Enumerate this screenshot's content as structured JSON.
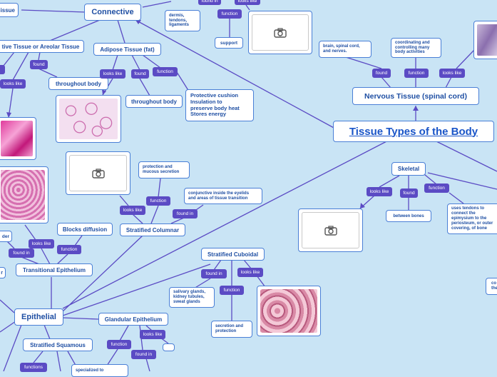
{
  "root": {
    "title": "Tissue Types of the Body"
  },
  "nodes": {
    "issue": "issue",
    "connective": "Connective",
    "loose": "tive Tissue or Areolar Tissue",
    "adipose": "Adipose Tissue (fat)",
    "throughout1": "throughout body",
    "throughout2": "throughout body",
    "protective": "Protective cushion\nInsulation to\npreserve body heat\nStores energy",
    "dermis": "dermis,\ntendons,\nligaments",
    "support": "support",
    "nervous": "Nervous Tissue (spinal cord)",
    "brain": "brain, spinal cord,\nand nerves.",
    "coordinating": "coordinating and\ncontrolling many\nbody activities",
    "skeletal": "Skeletal",
    "between_bones": "between bones",
    "tendons": "uses tendons to\nconnect the\nepimysium to the\nperiosteum, or outer\ncovering, of bone",
    "protection_mucous": "protection and\nmucous secretion",
    "conjunctive": "conjunctive inside the eyelids\nand areas of tissue transition",
    "stratified_columnar": "Stratified Columnar",
    "blocks": "Blocks diffusion",
    "transitional": "Transitional Epithelium",
    "stratified_cuboidal": "Stratified Cuboidal",
    "salivary": "salivary glands,\nkidney tubules,\nsweat glands",
    "secretion": "secretion and\nprotection",
    "epithelial": "Epithelial",
    "glandular": "Glandular Epithelium",
    "stratified_squamous": "Stratified Squamous",
    "specialized": "specialized to",
    "der": "der",
    "r": "r",
    "co": "co\nthe"
  },
  "relations": {
    "found": "found",
    "found_in": "found in",
    "function": "function",
    "functions": "functions",
    "looks_like": "looks like"
  },
  "icons": {
    "image_placeholder": "camera-icon"
  }
}
